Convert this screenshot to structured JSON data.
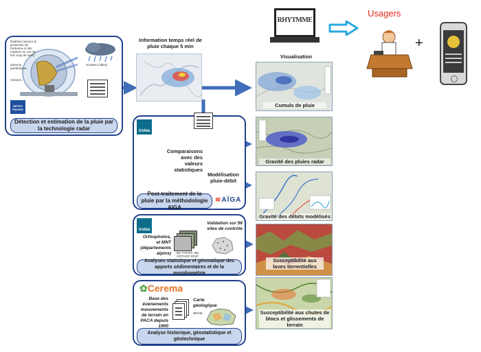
{
  "header": {
    "visualisation_label": "Visualisation",
    "rhytmme_logo": "RHYTMME",
    "users_label": "Usagers",
    "plus_sign": "+"
  },
  "radar": {
    "caption": "Détection et estimation de la pluie par la technologie radar",
    "info_title": "Information temps réel de pluie chaque 5 min",
    "note_1": "Radôme (assure la protection de l'antenne et des moteurs en cas de fort coup de vent)",
    "note_2": "antenne parabolique",
    "note_3": "moteurs",
    "note_4": "Gouttes (cibles)",
    "meteo_logo": "METEO FRANCE"
  },
  "aiga": {
    "logo": "irstea",
    "comparison_label": "Comparaisons avec des valeurs statistiques",
    "modeling_label": "Modélisation pluie-débit",
    "caption": "Post-traitement de la pluie par la méthodologie AIGA",
    "aiga_logo": "AÏGA"
  },
  "sediment": {
    "logo": "irstea",
    "ortho_label": "Orthophotos, et MNT (départements alpins)",
    "validation_label": "Validation sur 56 sites de contrôle",
    "small_text": "BD TOPO®, BD ORTHO® IGN®",
    "caption": "Analyses statistique et géomatique des apports sédimentaires et de la morphométrie"
  },
  "cerema": {
    "logo": "Cerema",
    "base_label": "Base des évènements mouvements de terrain en PACA depuis 1900",
    "geology_label": "Carte géologique",
    "small_text": "BRGM",
    "caption": "Analyse historique, géostatistique et géotechnique"
  },
  "outputs": {
    "cumuls": "Cumuls de pluie",
    "gravite_pluies": "Gravité des pluies radar",
    "gravite_debits": "Gravité des débits modélisés",
    "laves": "Susceptibilité aux laves torrentielles",
    "chutes": "Susceptibilité aux chutes de blocs et glissements de terrain"
  },
  "colors": {
    "border": "#1f3f8a",
    "caption_bg": "#c9d7ee",
    "arrow": "#3f6db8",
    "users_arrow": "#2aa8e0",
    "users_text": "#e8281e"
  }
}
